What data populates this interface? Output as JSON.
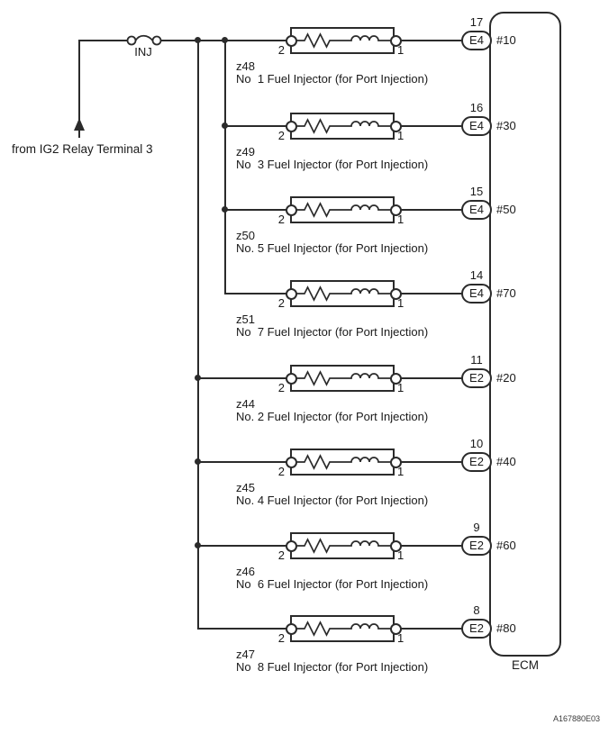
{
  "source_label": "from IG2 Relay Terminal 3",
  "fuse": {
    "label": "INJ"
  },
  "ecm": {
    "label": "ECM"
  },
  "figure_code": "A167880E03",
  "colors": {
    "line": "#2b2b2b",
    "background": "#ffffff"
  },
  "rows": [
    {
      "relay_code": "z48",
      "name": "No  1 Fuel Injector (for Port Injection)",
      "left_terminal": "2",
      "right_terminal": "1",
      "pin": "17",
      "connector": "E4",
      "wire_id": "#10"
    },
    {
      "relay_code": "z49",
      "name": "No  3 Fuel Injector (for Port Injection)",
      "left_terminal": "2",
      "right_terminal": "1",
      "pin": "16",
      "connector": "E4",
      "wire_id": "#30"
    },
    {
      "relay_code": "z50",
      "name": "No. 5 Fuel Injector (for Port Injection)",
      "left_terminal": "2",
      "right_terminal": "1",
      "pin": "15",
      "connector": "E4",
      "wire_id": "#50"
    },
    {
      "relay_code": "z51",
      "name": "No  7 Fuel Injector (for Port Injection)",
      "left_terminal": "2",
      "right_terminal": "1",
      "pin": "14",
      "connector": "E4",
      "wire_id": "#70"
    },
    {
      "relay_code": "z44",
      "name": "No. 2 Fuel Injector (for Port Injection)",
      "left_terminal": "2",
      "right_terminal": "1",
      "pin": "11",
      "connector": "E2",
      "wire_id": "#20"
    },
    {
      "relay_code": "z45",
      "name": "No. 4 Fuel Injector (for Port Injection)",
      "left_terminal": "2",
      "right_terminal": "1",
      "pin": "10",
      "connector": "E2",
      "wire_id": "#40"
    },
    {
      "relay_code": "z46",
      "name": "No  6 Fuel Injector (for Port Injection)",
      "left_terminal": "2",
      "right_terminal": "1",
      "pin": "9",
      "connector": "E2",
      "wire_id": "#60"
    },
    {
      "relay_code": "z47",
      "name": "No  8 Fuel Injector (for Port Injection)",
      "left_terminal": "2",
      "right_terminal": "1",
      "pin": "8",
      "connector": "E2",
      "wire_id": "#80"
    }
  ]
}
